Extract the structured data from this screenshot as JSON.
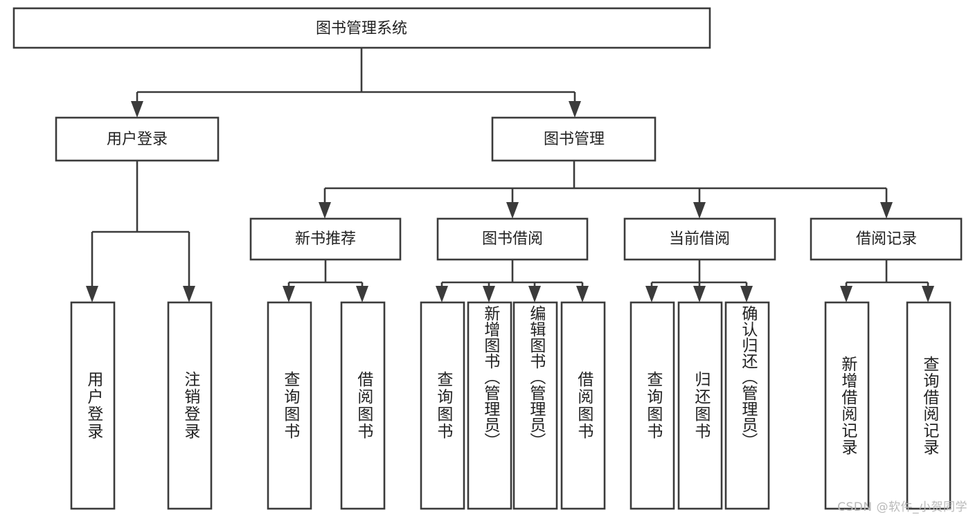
{
  "diagram": {
    "type": "tree-hierarchy-chart",
    "title": "图书管理系统",
    "stroke_color": "#3b3b3b",
    "box_fill": "#ffffff",
    "text_color": "#222222",
    "background": "#ffffff",
    "root": {
      "label": "图书管理系统"
    },
    "level2": [
      {
        "label": "用户登录"
      },
      {
        "label": "图书管理"
      }
    ],
    "level3": [
      {
        "label": "新书推荐"
      },
      {
        "label": "图书借阅"
      },
      {
        "label": "当前借阅"
      },
      {
        "label": "借阅记录"
      }
    ],
    "leaves": {
      "user_login": [
        {
          "label": "用户登录"
        },
        {
          "label": "注销登录"
        }
      ],
      "new_book_recommend": [
        {
          "label": "查询图书"
        },
        {
          "label": "借阅图书"
        }
      ],
      "book_borrow": [
        {
          "label": "查询图书"
        },
        {
          "label": "新增图书（管理员）"
        },
        {
          "label": "编辑图书（管理员）"
        },
        {
          "label": "借阅图书"
        }
      ],
      "current_borrow": [
        {
          "label": "查询图书"
        },
        {
          "label": "归还图书"
        },
        {
          "label": "确认归还（管理员）"
        }
      ],
      "borrow_record": [
        {
          "label": "新增借阅记录"
        },
        {
          "label": "查询借阅记录"
        }
      ]
    }
  },
  "watermark": {
    "text": "CSDN @软件_小贺同学"
  }
}
